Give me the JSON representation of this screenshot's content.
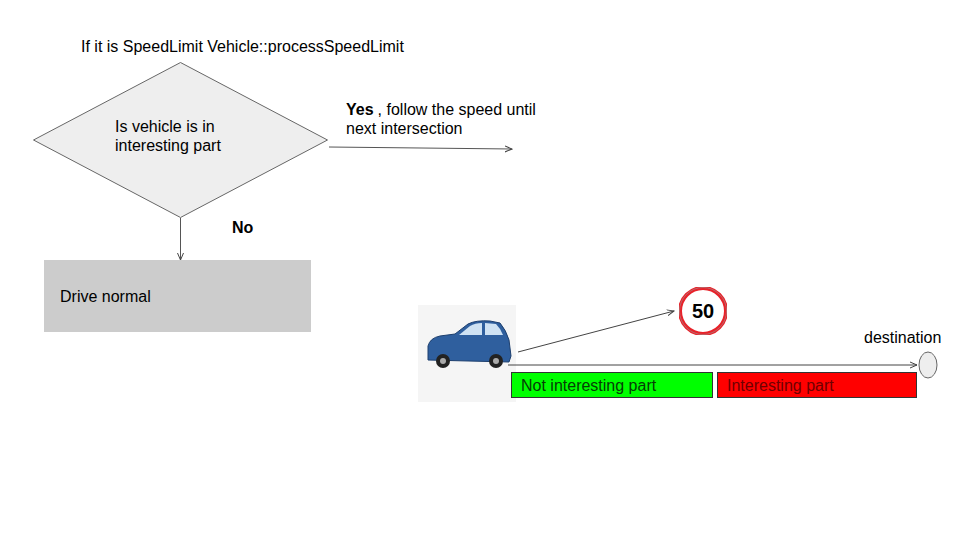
{
  "diagram": {
    "title": "If it is SpeedLimit Vehicle::processSpeedLimit",
    "nodes": [
      {
        "text": [
          "Is vehicle is in interesting part"
        ]
      },
      {
        "text": [
          "Drive normal"
        ]
      },
      {
        "text": [
          "50"
        ]
      },
      {
        "text": [
          "destination"
        ]
      },
      {
        "text": [
          "Not interesting part"
        ]
      },
      {
        "text": [
          "Interesting part"
        ]
      }
    ],
    "edges": [
      {
        "from": 0,
        "to": 1,
        "label": "No",
        "arrow": "to"
      }
    ],
    "labels": [
      "Yes",
      ", follow the speed until next intersection"
    ]
  }
}
